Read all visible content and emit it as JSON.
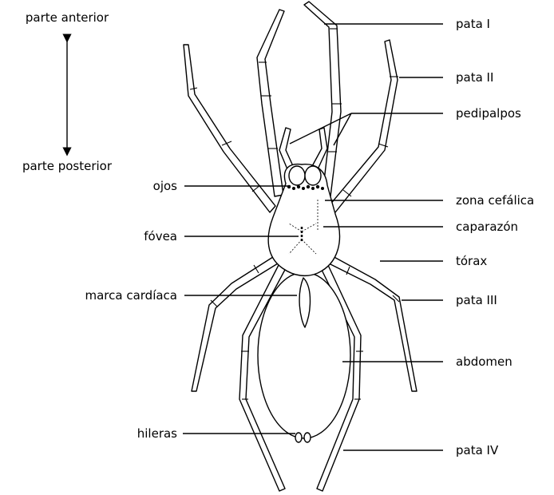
{
  "orientation": {
    "anterior": "parte anterior",
    "posterior": "parte posterior"
  },
  "labels": {
    "pata_i": "pata I",
    "pata_ii": "pata II",
    "pedipalpos": "pedipalpos",
    "ojos": "ojos",
    "zona_cefalica": "zona cefálica",
    "caparazon": "caparazón",
    "fovea": "fóvea",
    "torax": "tórax",
    "marca_cardiaca": "marca cardíaca",
    "pata_iii": "pata III",
    "abdomen": "abdomen",
    "hileras": "hileras",
    "pata_iv": "pata IV"
  },
  "colors": {
    "line": "#000000",
    "background": "#ffffff"
  }
}
